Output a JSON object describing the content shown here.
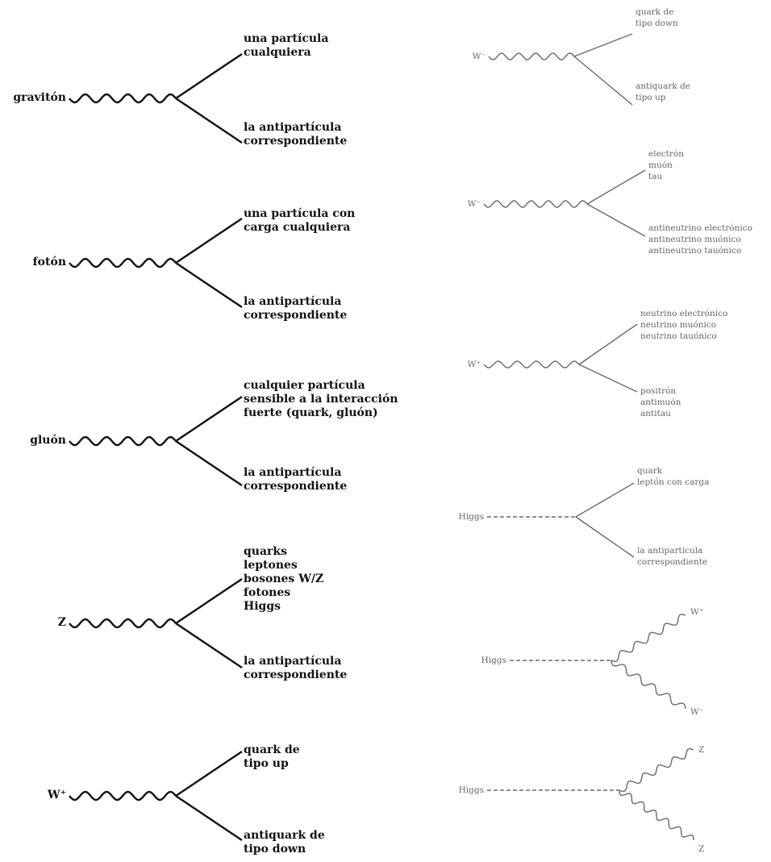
{
  "style": {
    "left_color": "#111111",
    "right_color": "#6a6a6a"
  },
  "left_diagrams": [
    {
      "source": "gravitón",
      "mediator": "wavy",
      "upper": [
        "una partícula",
        "cualquiera"
      ],
      "lower": [
        "la antipartícula",
        "correspondiente"
      ]
    },
    {
      "source": "fotón",
      "mediator": "wavy",
      "upper": [
        "una partícula con",
        "carga cualquiera"
      ],
      "lower": [
        "la antipartícula",
        "correspondiente"
      ]
    },
    {
      "source": "gluón",
      "mediator": "wavy",
      "upper": [
        "cualquier partícula",
        "sensible a la interacción",
        "fuerte (quark, gluón)"
      ],
      "lower": [
        "la antipartícula",
        "correspondiente"
      ]
    },
    {
      "source": "Z",
      "mediator": "wavy",
      "upper": [
        "quarks",
        "leptones",
        "bosones W/Z",
        "fotones",
        "Higgs"
      ],
      "lower": [
        "la antipartícula",
        "correspondiente"
      ]
    },
    {
      "source": "W⁺",
      "mediator": "wavy",
      "upper": [
        "quark de",
        "tipo up"
      ],
      "lower": [
        "antiquark de",
        "tipo down"
      ]
    }
  ],
  "right_diagrams": [
    {
      "source": "W⁻",
      "mediator": "wavy",
      "branches": "straight",
      "upper": [
        "quark de",
        "tipo down"
      ],
      "lower": [
        "antiquark de",
        "tipo up"
      ]
    },
    {
      "source": "W⁻",
      "mediator": "wavy",
      "branches": "straight",
      "upper": [
        "electrón",
        "muón",
        "tau"
      ],
      "lower": [
        "antineutrino electrónico",
        "antineutrino muónico",
        "antineutrino tauónico"
      ]
    },
    {
      "source": "W⁺",
      "mediator": "wavy",
      "branches": "straight",
      "upper": [
        "neutrino electrónico",
        "neutrino muónico",
        "neutrino tauónico"
      ],
      "lower": [
        "positrón",
        "antimuón",
        "antitau"
      ]
    },
    {
      "source": "Higgs",
      "mediator": "dashed",
      "branches": "straight",
      "upper": [
        "quark",
        "leptón con carga"
      ],
      "lower": [
        "la antipartícula",
        "correspondiente"
      ]
    },
    {
      "source": "Higgs",
      "mediator": "dashed",
      "branches": "wavy",
      "upper": [
        "W⁺"
      ],
      "lower": [
        "W⁻"
      ]
    },
    {
      "source": "Higgs",
      "mediator": "dashed",
      "branches": "wavy",
      "upper": [
        "Z"
      ],
      "lower": [
        "Z"
      ]
    }
  ]
}
